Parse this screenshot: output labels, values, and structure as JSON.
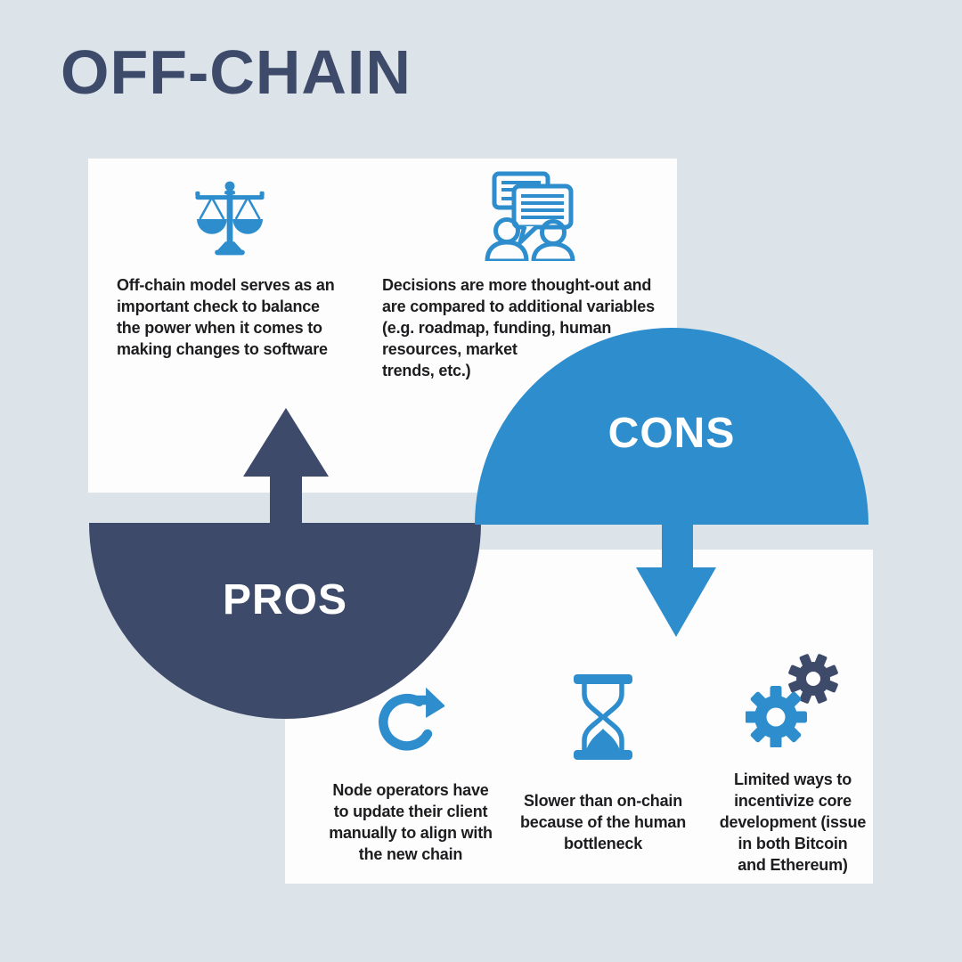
{
  "colors": {
    "bg": "#dce3e9",
    "panel": "#fdfdfe",
    "navy": "#3d4a6a",
    "blue": "#2d8dcd",
    "ink": "#1d1d1f",
    "label": "#ffffff"
  },
  "header": {
    "title": "OFF-CHAIN"
  },
  "pros_section": {
    "label": "PROS",
    "arrow": "up",
    "items": [
      {
        "icon": "balance-scale-icon",
        "lines": [
          "Off-chain model serves as an",
          "important check to balance",
          "the power when it comes to",
          "making changes to software"
        ]
      },
      {
        "icon": "conversation-icon",
        "lines": [
          "Decisions are more thought-out and",
          "are compared to additional variables",
          "(e.g. roadmap, funding, human",
          "resources, market",
          "trends, etc.)"
        ]
      }
    ]
  },
  "cons_section": {
    "label": "CONS",
    "arrow": "down",
    "items": [
      {
        "icon": "refresh-icon",
        "lines": [
          "Node operators have",
          "to update their client",
          "manually to align with",
          "the new chain"
        ]
      },
      {
        "icon": "hourglass-icon",
        "lines": [
          "Slower than on-chain",
          "because of the human",
          "bottleneck"
        ]
      },
      {
        "icon": "gears-icon",
        "lines": [
          "Limited ways to",
          "incentivize core",
          "development (issue",
          "in both Bitcoin",
          "and Ethereum)"
        ]
      }
    ]
  }
}
